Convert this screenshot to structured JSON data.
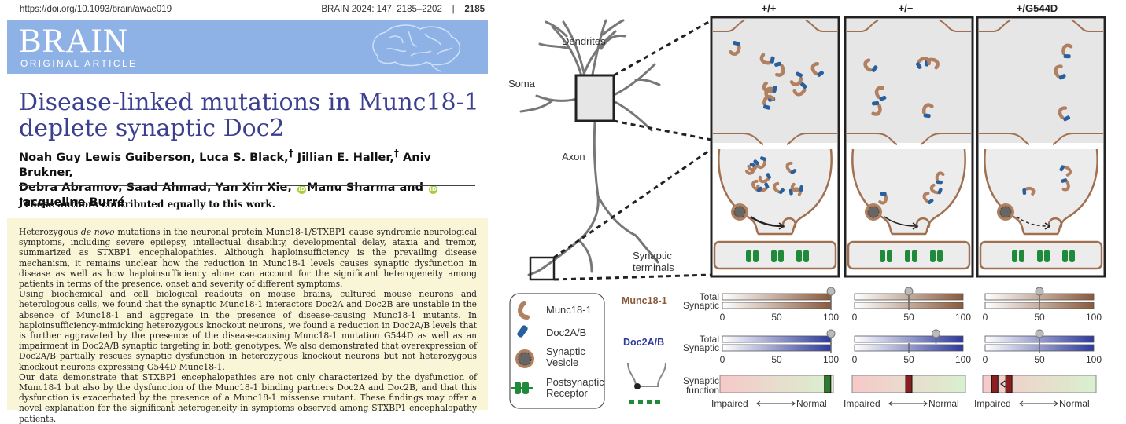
{
  "paper": {
    "doi": "https://doi.org/10.1093/brain/awae019",
    "journal_ref": "BRAIN 2024: 147; 2185–2202",
    "separator": "|",
    "page_number": "2185",
    "journal_name": "BRAIN",
    "article_type": "ORIGINAL ARTICLE",
    "title": "Disease-linked mutations in Munc18-1 deplete synaptic Doc2",
    "authors": [
      {
        "name": "Noah Guy Lewis Guiberson",
        "sep": ", "
      },
      {
        "name": "Luca S. Black,",
        "sup": "†",
        "sep": " "
      },
      {
        "name": "Jillian E. Haller,",
        "sup": "†",
        "sep": " "
      },
      {
        "name": "Aniv Brukner",
        "sep": ", "
      },
      {
        "name": "Debra Abramov",
        "sep": ", "
      },
      {
        "name": "Saad Ahmad",
        "sep": ", "
      },
      {
        "name": "Yan Xin Xie",
        "sep": ", "
      },
      {
        "name": "Manu Sharma",
        "orcid": true,
        "sep": " and "
      },
      {
        "name": "Jacqueline Burré",
        "orcid": true,
        "sep": ""
      }
    ],
    "contribution_mark": "†",
    "contribution_note": "These authors contributed equally to this work.",
    "abstract": [
      "Heterozygous de novo mutations in the neuronal protein Munc18-1/STXBP1 cause syndromic neurological symptoms, including severe epilepsy, intellectual disability, developmental delay, ataxia and tremor, summarized as STXBP1 encephalopathies. Although haploinsufficiency is the prevailing disease mechanism, it remains unclear how the reduction in Munc18-1 levels causes synaptic dysfunction in disease as well as how haploinsufficiency alone can account for the significant heterogeneity among patients in terms of the presence, onset and severity of different symptoms.",
      "Using biochemical and cell biological readouts on mouse brains, cultured mouse neurons and heterologous cells, we found that the synaptic Munc18-1 interactors Doc2A and Doc2B are unstable in the absence of Munc18-1 and aggregate in the presence of disease-causing Munc18-1 mutants. In haploinsufficiency-mimicking heterozygous knockout neurons, we found a reduction in Doc2A/B levels that is further aggravated by the presence of the disease-causing Munc18-1 mutation G544D as well as an impairment in Doc2A/B synaptic targeting in both genotypes. We also demonstrated that overexpression of Doc2A/B partially rescues synaptic dysfunction in heterozygous knockout neurons but not heterozygous knockout neurons expressing G544D Munc18-1.",
      "Our data demonstrate that STXBP1 encephalopathies are not only characterized by the dysfunction of Munc18-1 but also by the dysfunction of the Munc18-1 binding partners Doc2A and Doc2B, and that this dysfunction is exacerbated by the presence of a Munc18-1 missense mutant. These findings may offer a novel explanation for the significant heterogeneity in symptoms observed among STXBP1 encephalopathy patients."
    ],
    "colors": {
      "title": "#3b3f8f",
      "banner": "#8fb2e6",
      "abstract_bg": "#fbf5d8",
      "orcid": "#a6ce39"
    }
  },
  "figure": {
    "neuron_labels": {
      "dendrites": "Dendrites",
      "soma": "Soma",
      "axon": "Axon",
      "synaptic_terminals": "Synaptic\nterminals"
    },
    "genotypes": [
      "+/+",
      "+/−",
      "+/G544D"
    ],
    "legend": [
      {
        "label": "Munc18-1",
        "icon": "munc18-icon"
      },
      {
        "label": "Doc2A/B",
        "icon": "doc2-icon"
      },
      {
        "label": "Synaptic\nVesicle",
        "icon": "vesicle-icon"
      },
      {
        "label": "Postsynaptic\nReceptor",
        "icon": "receptor-icon"
      }
    ],
    "bar_groups": [
      {
        "name": "Munc18-1",
        "color": "#8b5a3c",
        "row_labels": [
          "Total",
          "Synaptic"
        ],
        "ticks": [
          "0",
          "50",
          "100"
        ],
        "levels_percent": [
          [
            100,
            100
          ],
          [
            50,
            50
          ],
          [
            50,
            50
          ]
        ]
      },
      {
        "name": "Doc2A/B",
        "color": "#2e3a9c",
        "row_labels": [
          "Total",
          "Synaptic"
        ],
        "ticks": [
          "0",
          "50",
          "100"
        ],
        "levels_percent": [
          [
            100,
            100
          ],
          [
            75,
            50
          ],
          [
            50,
            50
          ]
        ]
      }
    ],
    "function_group": {
      "label": "Synaptic\nfunction",
      "impaired_label": "Impaired",
      "normal_label": "Normal",
      "marker_percent": [
        95,
        50,
        23
      ]
    },
    "colors": {
      "munc18": "#b08060",
      "doc2": "#2a5f9e",
      "cell_outline": "#a07050",
      "receptor": "#1f8a3a",
      "accent_red": "#8a1f1f"
    }
  }
}
